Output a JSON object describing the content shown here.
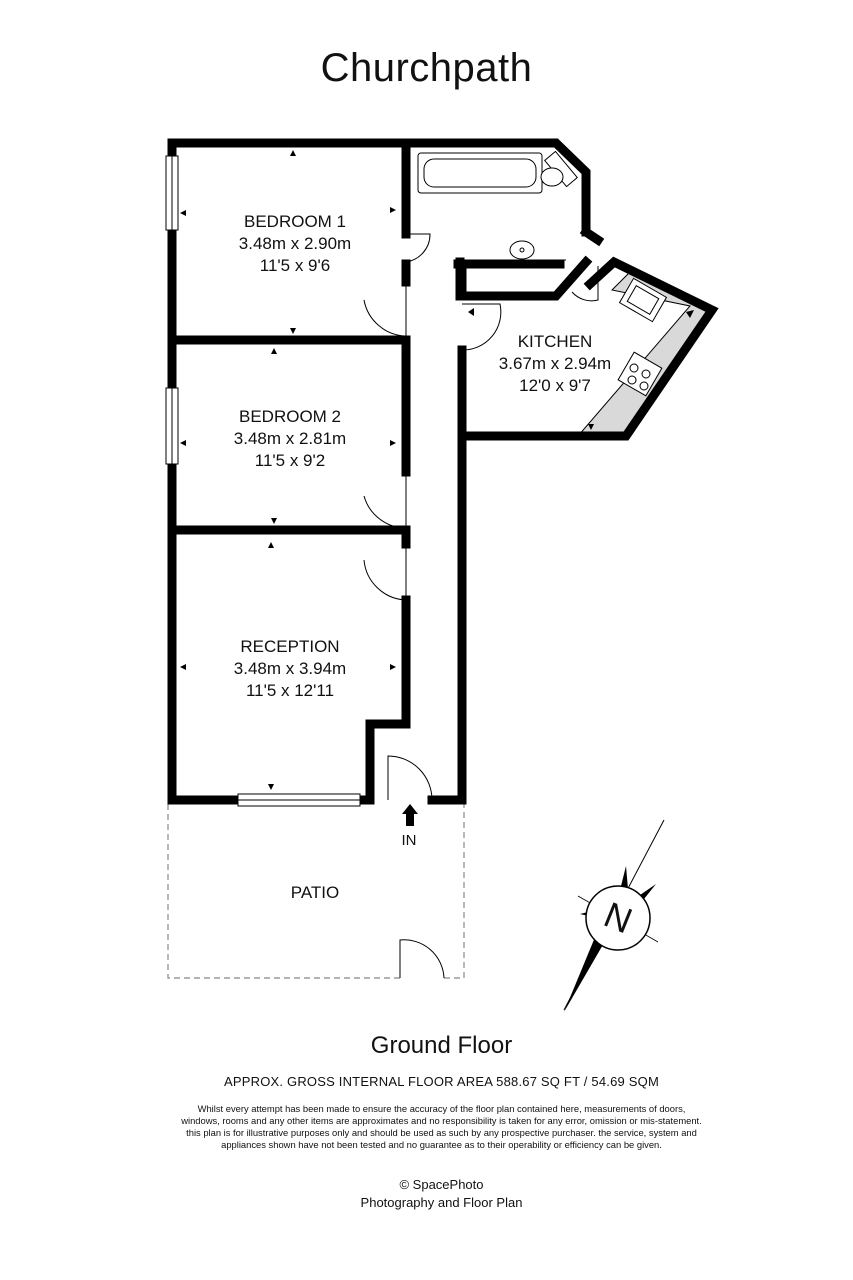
{
  "title": "Churchpath",
  "rooms": {
    "bedroom1": {
      "name": "BEDROOM 1",
      "metric": "3.48m x 2.90m",
      "imperial": "11'5 x 9'6"
    },
    "bedroom2": {
      "name": "BEDROOM 2",
      "metric": "3.48m x 2.81m",
      "imperial": "11'5 x 9'2"
    },
    "kitchen": {
      "name": "KITCHEN",
      "metric": "3.67m x 2.94m",
      "imperial": "12'0 x 9'7"
    },
    "reception": {
      "name": "RECEPTION",
      "metric": "3.48m x 3.94m",
      "imperial": "11'5 x 12'11"
    },
    "patio": {
      "name": "PATIO"
    }
  },
  "entrance_label": "IN",
  "compass_letter": "N",
  "floor_name": "Ground Floor",
  "area_text": "APPROX. GROSS INTERNAL FLOOR AREA 588.67 SQ FT / 54.69 SQM",
  "disclaimer": "Whilst every attempt has been made to ensure the accuracy of the floor plan contained here, measurements of doors, windows, rooms and any other items are approximates and no responsibility is taken for any error, omission or mis-statement. this plan is for illustrative purposes only and should be used as such by any prospective purchaser. the service, system and appliances shown have not been tested and no guarantee as to their operability or efficiency can be given.",
  "credit": {
    "line1": "© SpacePhoto",
    "line2": "Photography and Floor Plan"
  },
  "colors": {
    "wall": "#000000",
    "worktop": "#d9d9d9",
    "patio_line": "#888888"
  }
}
